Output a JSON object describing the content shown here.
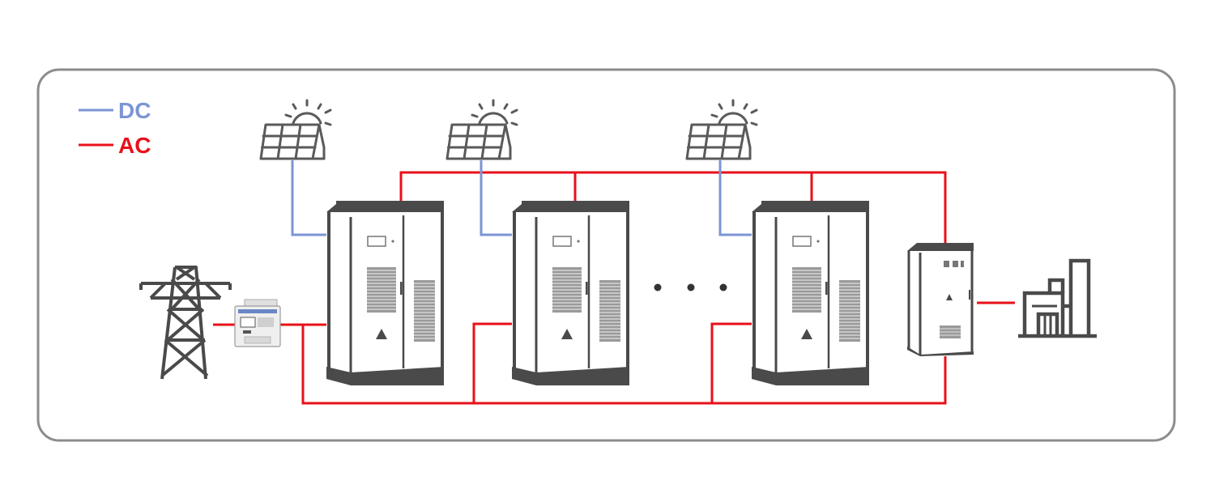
{
  "legend": {
    "dc_label": "DC",
    "ac_label": "AC"
  },
  "colors": {
    "dc": "#7b95d4",
    "ac": "#e8101a",
    "frame": "#8c8c8c",
    "equipment_dark": "#4a4a4a",
    "equipment_mid": "#777777",
    "equipment_light": "#bdbdbd"
  },
  "components": {
    "grid": "transmission-tower-icon",
    "meter": "energy-meter-icon",
    "pv_arrays": [
      "solar-panel-icon",
      "solar-panel-icon",
      "solar-panel-icon"
    ],
    "storage_cabinets": [
      "energy-storage-cabinet",
      "energy-storage-cabinet",
      "energy-storage-cabinet"
    ],
    "ellipsis": "more-cabinets-ellipsis-icon",
    "distribution_cabinet": "distribution-cabinet-icon",
    "load": "factory-icon"
  }
}
